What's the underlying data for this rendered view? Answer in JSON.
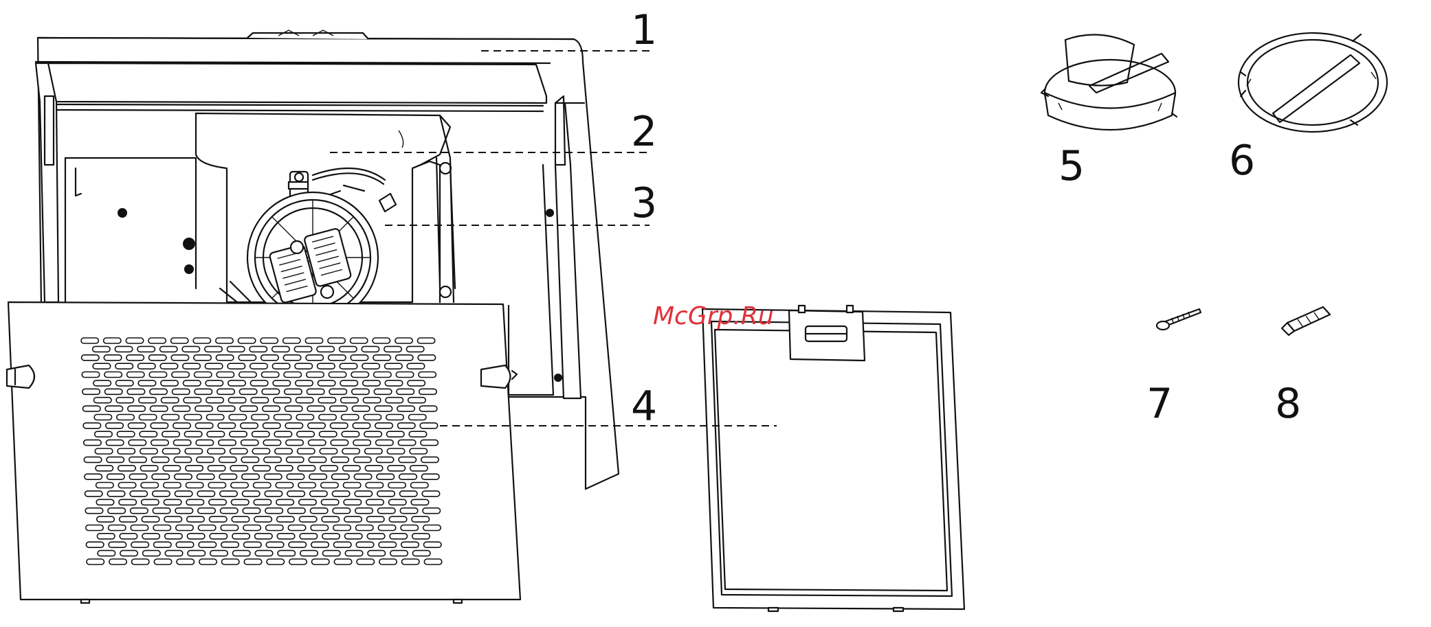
{
  "watermark": "McGrp.Ru",
  "callouts": [
    {
      "id": "1",
      "label": "1"
    },
    {
      "id": "2",
      "label": "2"
    },
    {
      "id": "3",
      "label": "3"
    },
    {
      "id": "4",
      "label": "4"
    },
    {
      "id": "5",
      "label": "5"
    },
    {
      "id": "6",
      "label": "6"
    },
    {
      "id": "7",
      "label": "7"
    },
    {
      "id": "8",
      "label": "8"
    }
  ]
}
